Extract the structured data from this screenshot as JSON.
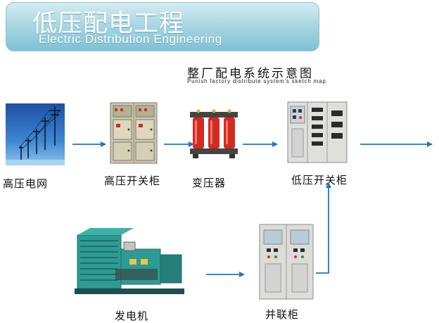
{
  "banner": {
    "title": "低压配电工程",
    "subtitle": "Electric Distribution Engineering"
  },
  "diagram": {
    "title": "整厂配电系统示意图",
    "subtitle": "Punish factory distribute system's sketch map"
  },
  "nodes": {
    "hv_grid": "高压电网",
    "hv_switchgear": "高压开关柜",
    "transformer": "变压器",
    "lv_switchgear": "低压开关柜",
    "generator": "发电机",
    "paralleling_cabinet": "并联柜"
  },
  "colors": {
    "arrow": "#1a78c9",
    "transformer": "#d42a1f",
    "generator": "#2e9a93",
    "cabinet": "#c9c4a8"
  }
}
